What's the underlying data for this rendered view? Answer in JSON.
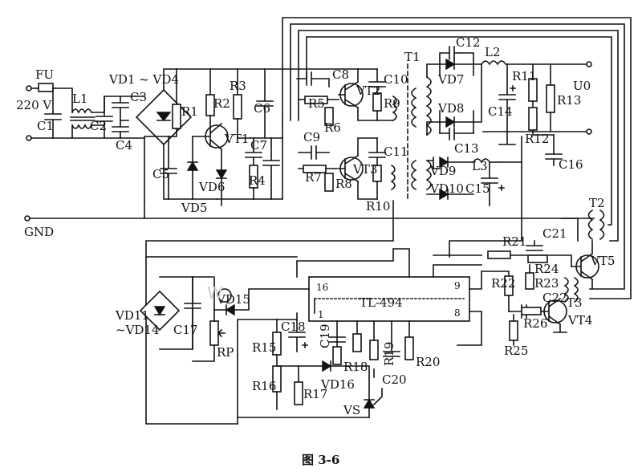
{
  "labels": {
    "fu": "FU",
    "v220": "220 V",
    "l1": "L1",
    "c1": "C1",
    "c2": "C2",
    "c3": "C3",
    "c4": "C4",
    "vd1_4": "VD1 ~ VD4",
    "r1": "R1",
    "r2": "R2",
    "r3": "R3",
    "c5": "C5",
    "vd5": "VD5",
    "vd6": "VD6",
    "vt1": "VT1",
    "c6": "C6",
    "c7": "C7",
    "r4": "R4",
    "c8": "C8",
    "r5": "R5",
    "r6": "R6",
    "vt2": "VT2",
    "c10": "C10",
    "r9": "R9",
    "c9": "C9",
    "r7": "R7",
    "r8": "R8",
    "vt3": "VT3",
    "c11": "C11",
    "r10": "R10",
    "t1": "T1",
    "c12": "C12",
    "l2": "L2",
    "vd7": "VD7",
    "vd8": "VD8",
    "c13": "C13",
    "c14": "C14",
    "r11": "R11",
    "r12": "R12",
    "r13": "R13",
    "u0": "U0",
    "c16": "C16",
    "vd9": "VD9",
    "vd10": "VD10",
    "l3": "L3",
    "c15": "C15",
    "gnd": "GND",
    "t2": "T2",
    "c21": "C21",
    "r21": "R21",
    "r24": "R24",
    "r23": "R23",
    "vt5": "VT5",
    "r22": "R22",
    "c22": "C22",
    "t3": "T3",
    "r26": "R26",
    "vt4": "VT4",
    "r25": "R25",
    "vd11_14a": "VD11",
    "vd11_14b": "~VD14",
    "c17": "C17",
    "vd15": "VD15",
    "rp": "RP",
    "c18": "C18",
    "c19": "C19",
    "r15": "R15",
    "r16": "R16",
    "r17": "R17",
    "vd16": "VD16",
    "r18": "R18",
    "r19": "R19",
    "c20": "C20",
    "r20": "R20",
    "vs": "VS",
    "ic": "TL-494",
    "pin16": "16",
    "pin1": "1",
    "pin9": "9",
    "pin8": "8",
    "watermark": "W",
    "caption": "图 3-6"
  }
}
